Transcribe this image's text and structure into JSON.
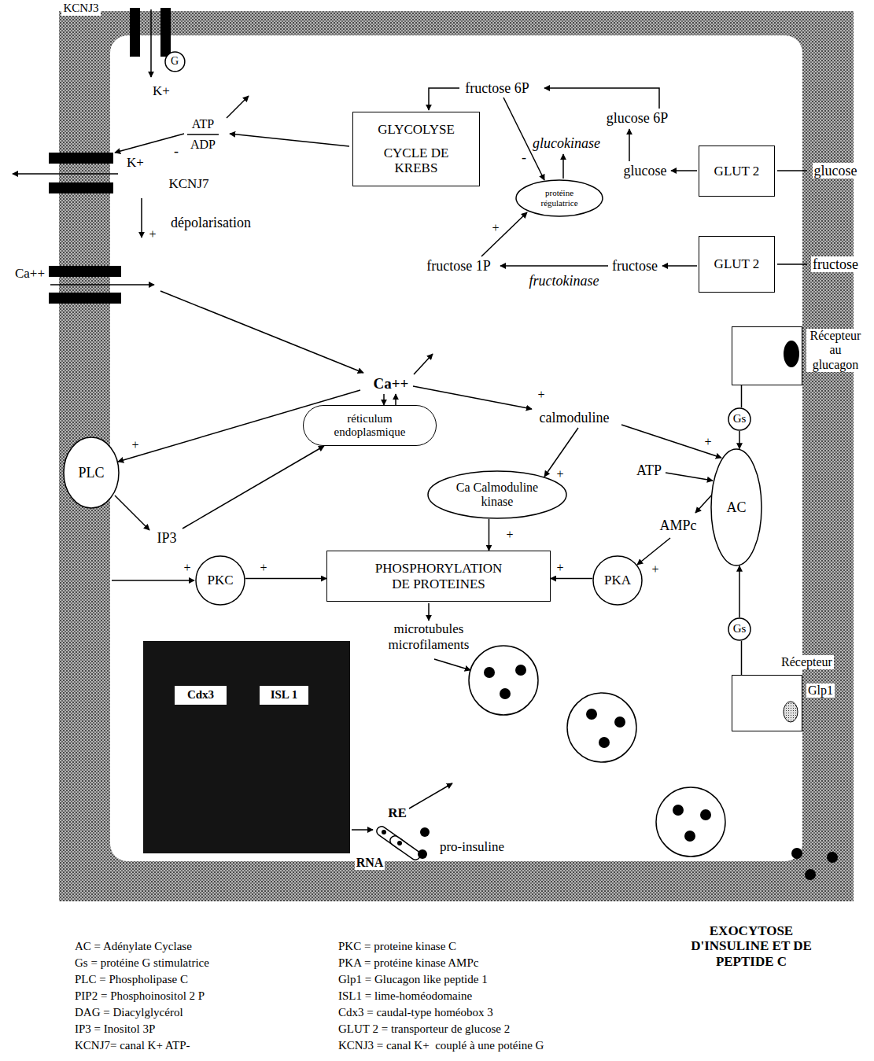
{
  "diagram": {
    "nodes": [
      {
        "text": [
          "G"
        ]
      },
      {
        "text": [
          "GLYCOLYSE",
          "CYCLE DE KREBS"
        ]
      },
      {
        "text": [
          "GLUT 2"
        ]
      },
      {
        "text": [
          "protéine régulatrice"
        ]
      },
      {
        "text": [
          "GLUT 2"
        ]
      },
      {
        "text": [
          "Récepteur au glucagon"
        ]
      },
      {
        "text": [
          "réticulum endoplasmique"
        ]
      },
      {
        "text": [
          "Gs"
        ]
      },
      {
        "text": [
          "PLC"
        ]
      },
      {
        "text": [
          "AC"
        ]
      },
      {
        "text": [
          "Ca Calmoduline kinase"
        ]
      },
      {
        "text": [
          "PKC"
        ]
      },
      {
        "text": [
          "PHOSPHORYLATION DE PROTEINES"
        ]
      },
      {
        "text": [
          "PKA"
        ]
      },
      {
        "text": [
          "Gs"
        ]
      },
      {
        "text": [
          "Récepteur",
          "Glp1"
        ]
      },
      {
        "text": [
          "Cdx3"
        ]
      },
      {
        "text": [
          "ISL 1"
        ]
      }
    ],
    "edges": [
      {
        "from": 10,
        "to": 12,
        "arrow": "to"
      },
      {
        "from": 11,
        "to": 12,
        "arrow": "to"
      },
      {
        "from": 13,
        "to": 12,
        "arrow": "to"
      },
      {
        "from": 5,
        "to": 7,
        "arrow": "none"
      },
      {
        "from": 7,
        "to": 9,
        "arrow": "to"
      },
      {
        "from": 15,
        "to": 14,
        "arrow": "none"
      },
      {
        "from": 14,
        "to": 9,
        "arrow": "to"
      }
    ],
    "labels": [
      "KCNJ3",
      "K+",
      "fructose 6P",
      "glucose 6P",
      "ATP",
      "ADP",
      "glucokinase",
      "-",
      "K+",
      "KCNJ7",
      "glucose",
      "glucose",
      "-",
      "dépolarisation",
      "+",
      "+",
      "fructose 1P",
      "fructose",
      "fructose",
      "fructokinase",
      "Ca++",
      "Ca++",
      "+",
      "calmoduline",
      "+",
      "+",
      "ATP",
      "+",
      "AMPc",
      "+",
      "IP3",
      "+",
      "+",
      "+",
      "+",
      "microtubules microfilaments",
      "RE",
      "pro-insuline",
      "RNA",
      "EXOCYTOSE D'INSULINE ET DE PEPTIDE C",
      "AC = Adénylate Cyclase",
      "Gs = protéine G stimulatrice",
      "PLC = Phospholipase C",
      "PIP2 = Phosphoinositol 2 P",
      "DAG = Diacylglycérol",
      "IP3 = Inositol 3P",
      "KCNJ7= canal K+ ATP-",
      "PKC = proteine kinase C",
      "PKA = protéine kinase AMPc",
      "Glp1 = Glucagon like peptide 1",
      "ISL1 = lime-homéodomaine",
      "Cdx3 = caudal-type homéobox 3",
      "GLUT 2 = transporteur de glucose 2",
      "KCNJ3 = canal K+  couplé à une potéine G"
    ]
  }
}
